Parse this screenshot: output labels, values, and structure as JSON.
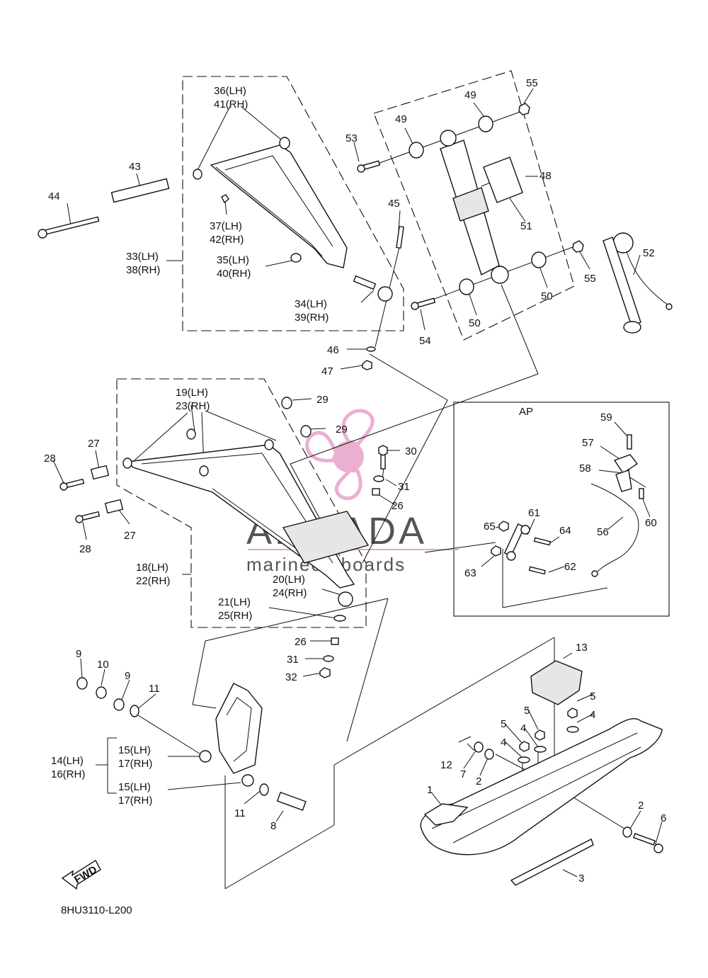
{
  "diagram_code": "8HU3110-L200",
  "fwd_label": "FWD",
  "ap_label": "AP",
  "watermark": {
    "brand": "ARMADA",
    "tagline": "marineoutboards",
    "accent": "#e8a3c8"
  },
  "labels": {
    "l36": "36(LH)",
    "l41": "41(RH)",
    "l43": "43",
    "l44": "44",
    "l37": "37(LH)",
    "l42": "42(RH)",
    "l33": "33(LH)",
    "l38": "38(RH)",
    "l35": "35(LH)",
    "l40": "40(RH)",
    "l34": "34(LH)",
    "l39": "39(RH)",
    "l45": "45",
    "l46": "46",
    "l47": "47",
    "l49a": "49",
    "l49b": "49",
    "l55a": "55",
    "l53": "53",
    "l48": "48",
    "l51": "51",
    "l52": "52",
    "l55b": "55",
    "l50a": "50",
    "l50b": "50",
    "l54": "54",
    "l19": "19(LH)",
    "l23": "23(RH)",
    "l29a": "29",
    "l29b": "29",
    "l27a": "27",
    "l28a": "28",
    "l27b": "27",
    "l28b": "28",
    "l30": "30",
    "l31a": "31",
    "l26a": "26",
    "l18": "18(LH)",
    "l22": "22(RH)",
    "l20": "20(LH)",
    "l24": "24(RH)",
    "l21": "21(LH)",
    "l25": "25(RH)",
    "l26b": "26",
    "l31b": "31",
    "l32": "32",
    "l59": "59",
    "l57": "57",
    "l58": "58",
    "l60": "60",
    "l56": "56",
    "l65": "65",
    "l61": "61",
    "l64": "64",
    "l63": "63",
    "l62": "62",
    "l9a": "9",
    "l10": "10",
    "l9b": "9",
    "l11a": "11",
    "l14": "14(LH)",
    "l16": "16(RH)",
    "l15a": "15(LH)",
    "l17a": "17(RH)",
    "l15b": "15(LH)",
    "l17b": "17(RH)",
    "l11b": "11",
    "l8": "8",
    "l13": "13",
    "l5a": "5",
    "l4a": "4",
    "l5b": "5",
    "l5c": "5",
    "l4b": "4",
    "l4c": "4",
    "l12": "12",
    "l7": "7",
    "l2a": "2",
    "l1": "1",
    "l2b": "2",
    "l6": "6",
    "l3": "3"
  }
}
